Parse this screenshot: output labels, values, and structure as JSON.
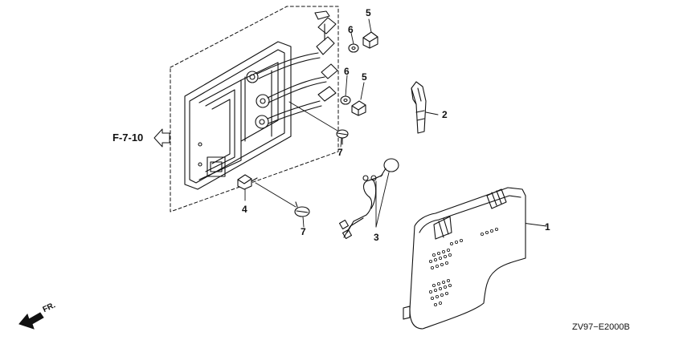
{
  "diagram": {
    "reference_label": "F-7-10",
    "direction_label": "FR.",
    "code_label": "ZV97−E2000B",
    "callouts": {
      "housing_cover": "1",
      "clip": "2",
      "wire_harness": "3",
      "bolt_left": "4",
      "bolt_top": "5",
      "bolt_mid": "5",
      "washer_top": "6",
      "washer_mid": "6",
      "screw_right": "7",
      "screw_bottom": "7"
    }
  }
}
